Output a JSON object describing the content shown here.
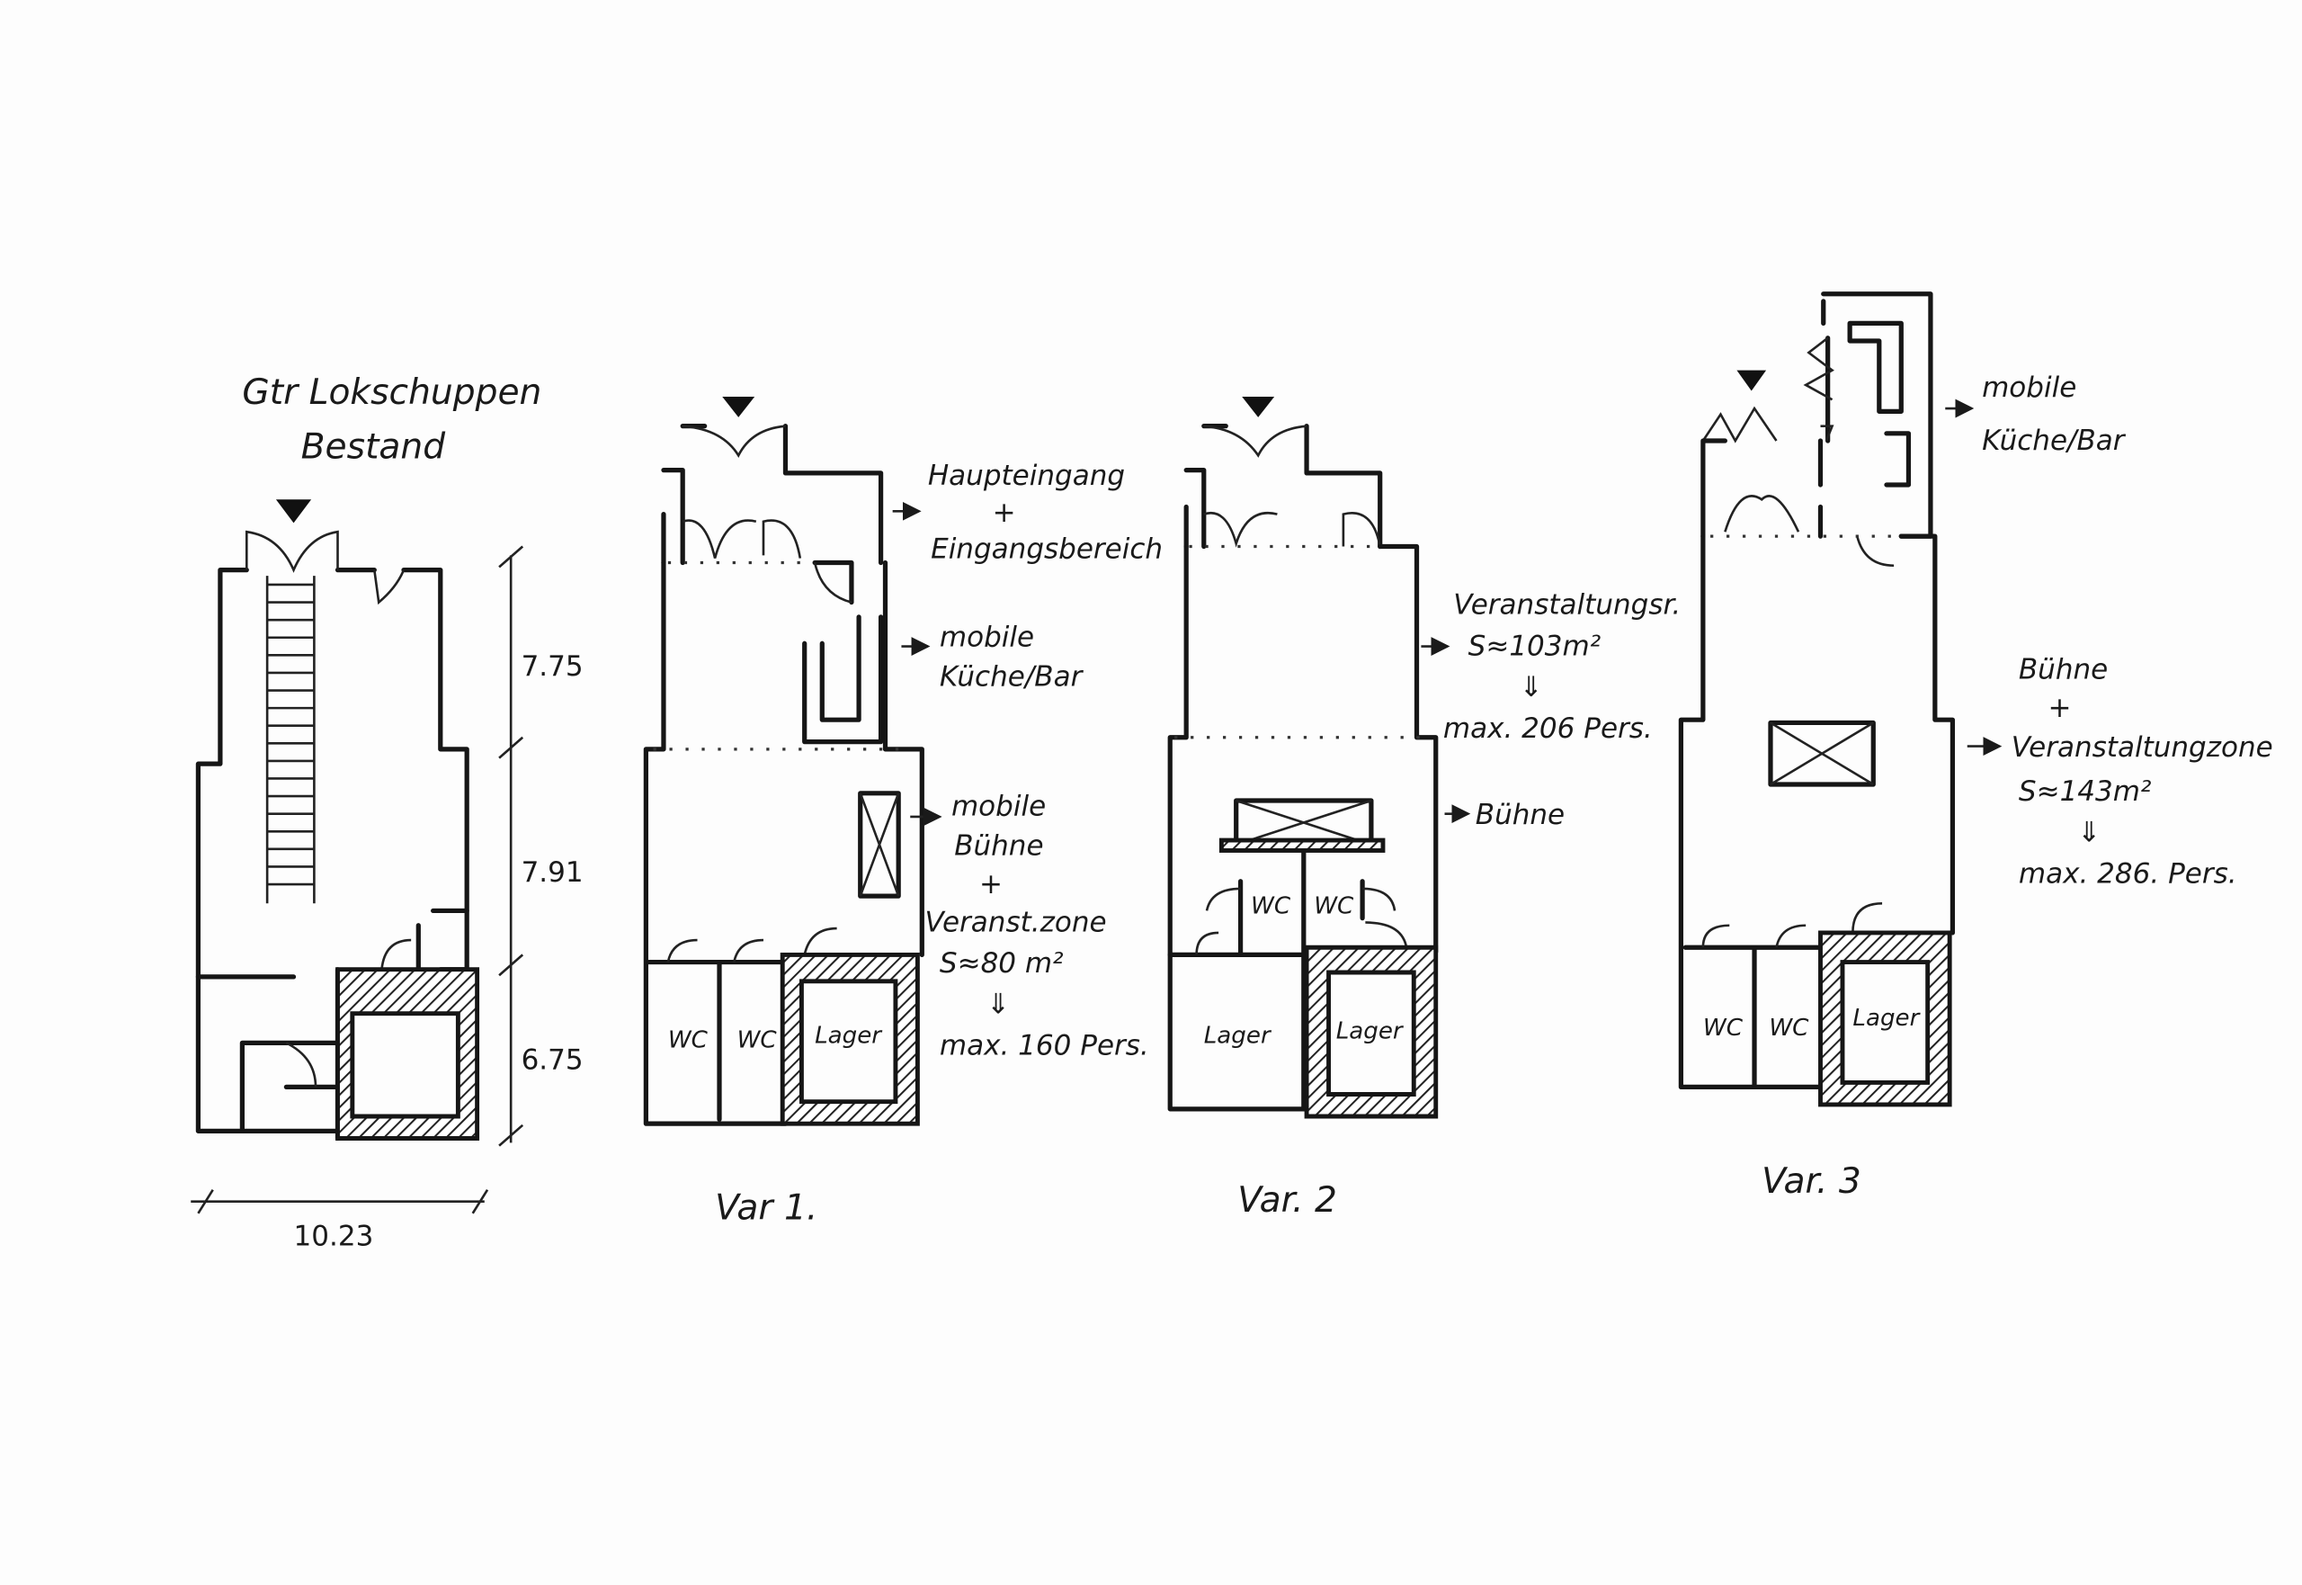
{
  "bestand": {
    "title_line1": "Gtr Lokschuppen",
    "title_line2": "Bestand",
    "dimensions": {
      "d1": "7.75",
      "d2": "7.91",
      "d3": "6.75",
      "width": "10.23"
    }
  },
  "var1": {
    "caption": "Var 1.",
    "rooms": {
      "wc1": "WC",
      "wc2": "WC",
      "lager": "Lager"
    },
    "annotations": {
      "entrance_1": "Haupteingang",
      "entrance_plus": "+",
      "entrance_2": "Eingangsbereich",
      "kitchen_1": "mobile",
      "kitchen_2": "Küche/Bar",
      "stage_1": "mobile",
      "stage_2": "Bühne",
      "stage_plus": "+",
      "stage_3": "Veranst.zone",
      "area": "S≈80 m²",
      "arrow": "⇓",
      "capacity": "max. 160 Pers."
    }
  },
  "var2": {
    "caption": "Var. 2",
    "rooms": {
      "wc1": "WC",
      "wc2": "WC",
      "lager1": "Lager",
      "lager2": "Lager"
    },
    "annotations": {
      "hall": "Veranstaltungsr.",
      "area": "S≈103m²",
      "arrow": "⇓",
      "capacity": "max. 206 Pers.",
      "stage": "Bühne"
    }
  },
  "var3": {
    "caption": "Var. 3",
    "rooms": {
      "wc1": "WC",
      "wc2": "WC",
      "lager": "Lager"
    },
    "annotations": {
      "kitchen_1": "mobile",
      "kitchen_2": "Küche/Bar",
      "stage_1": "Bühne",
      "stage_plus": "+",
      "stage_2": "Veranstaltungzone",
      "area": "S≈143m²",
      "arrow": "⇓",
      "capacity": "max. 286. Pers."
    }
  }
}
